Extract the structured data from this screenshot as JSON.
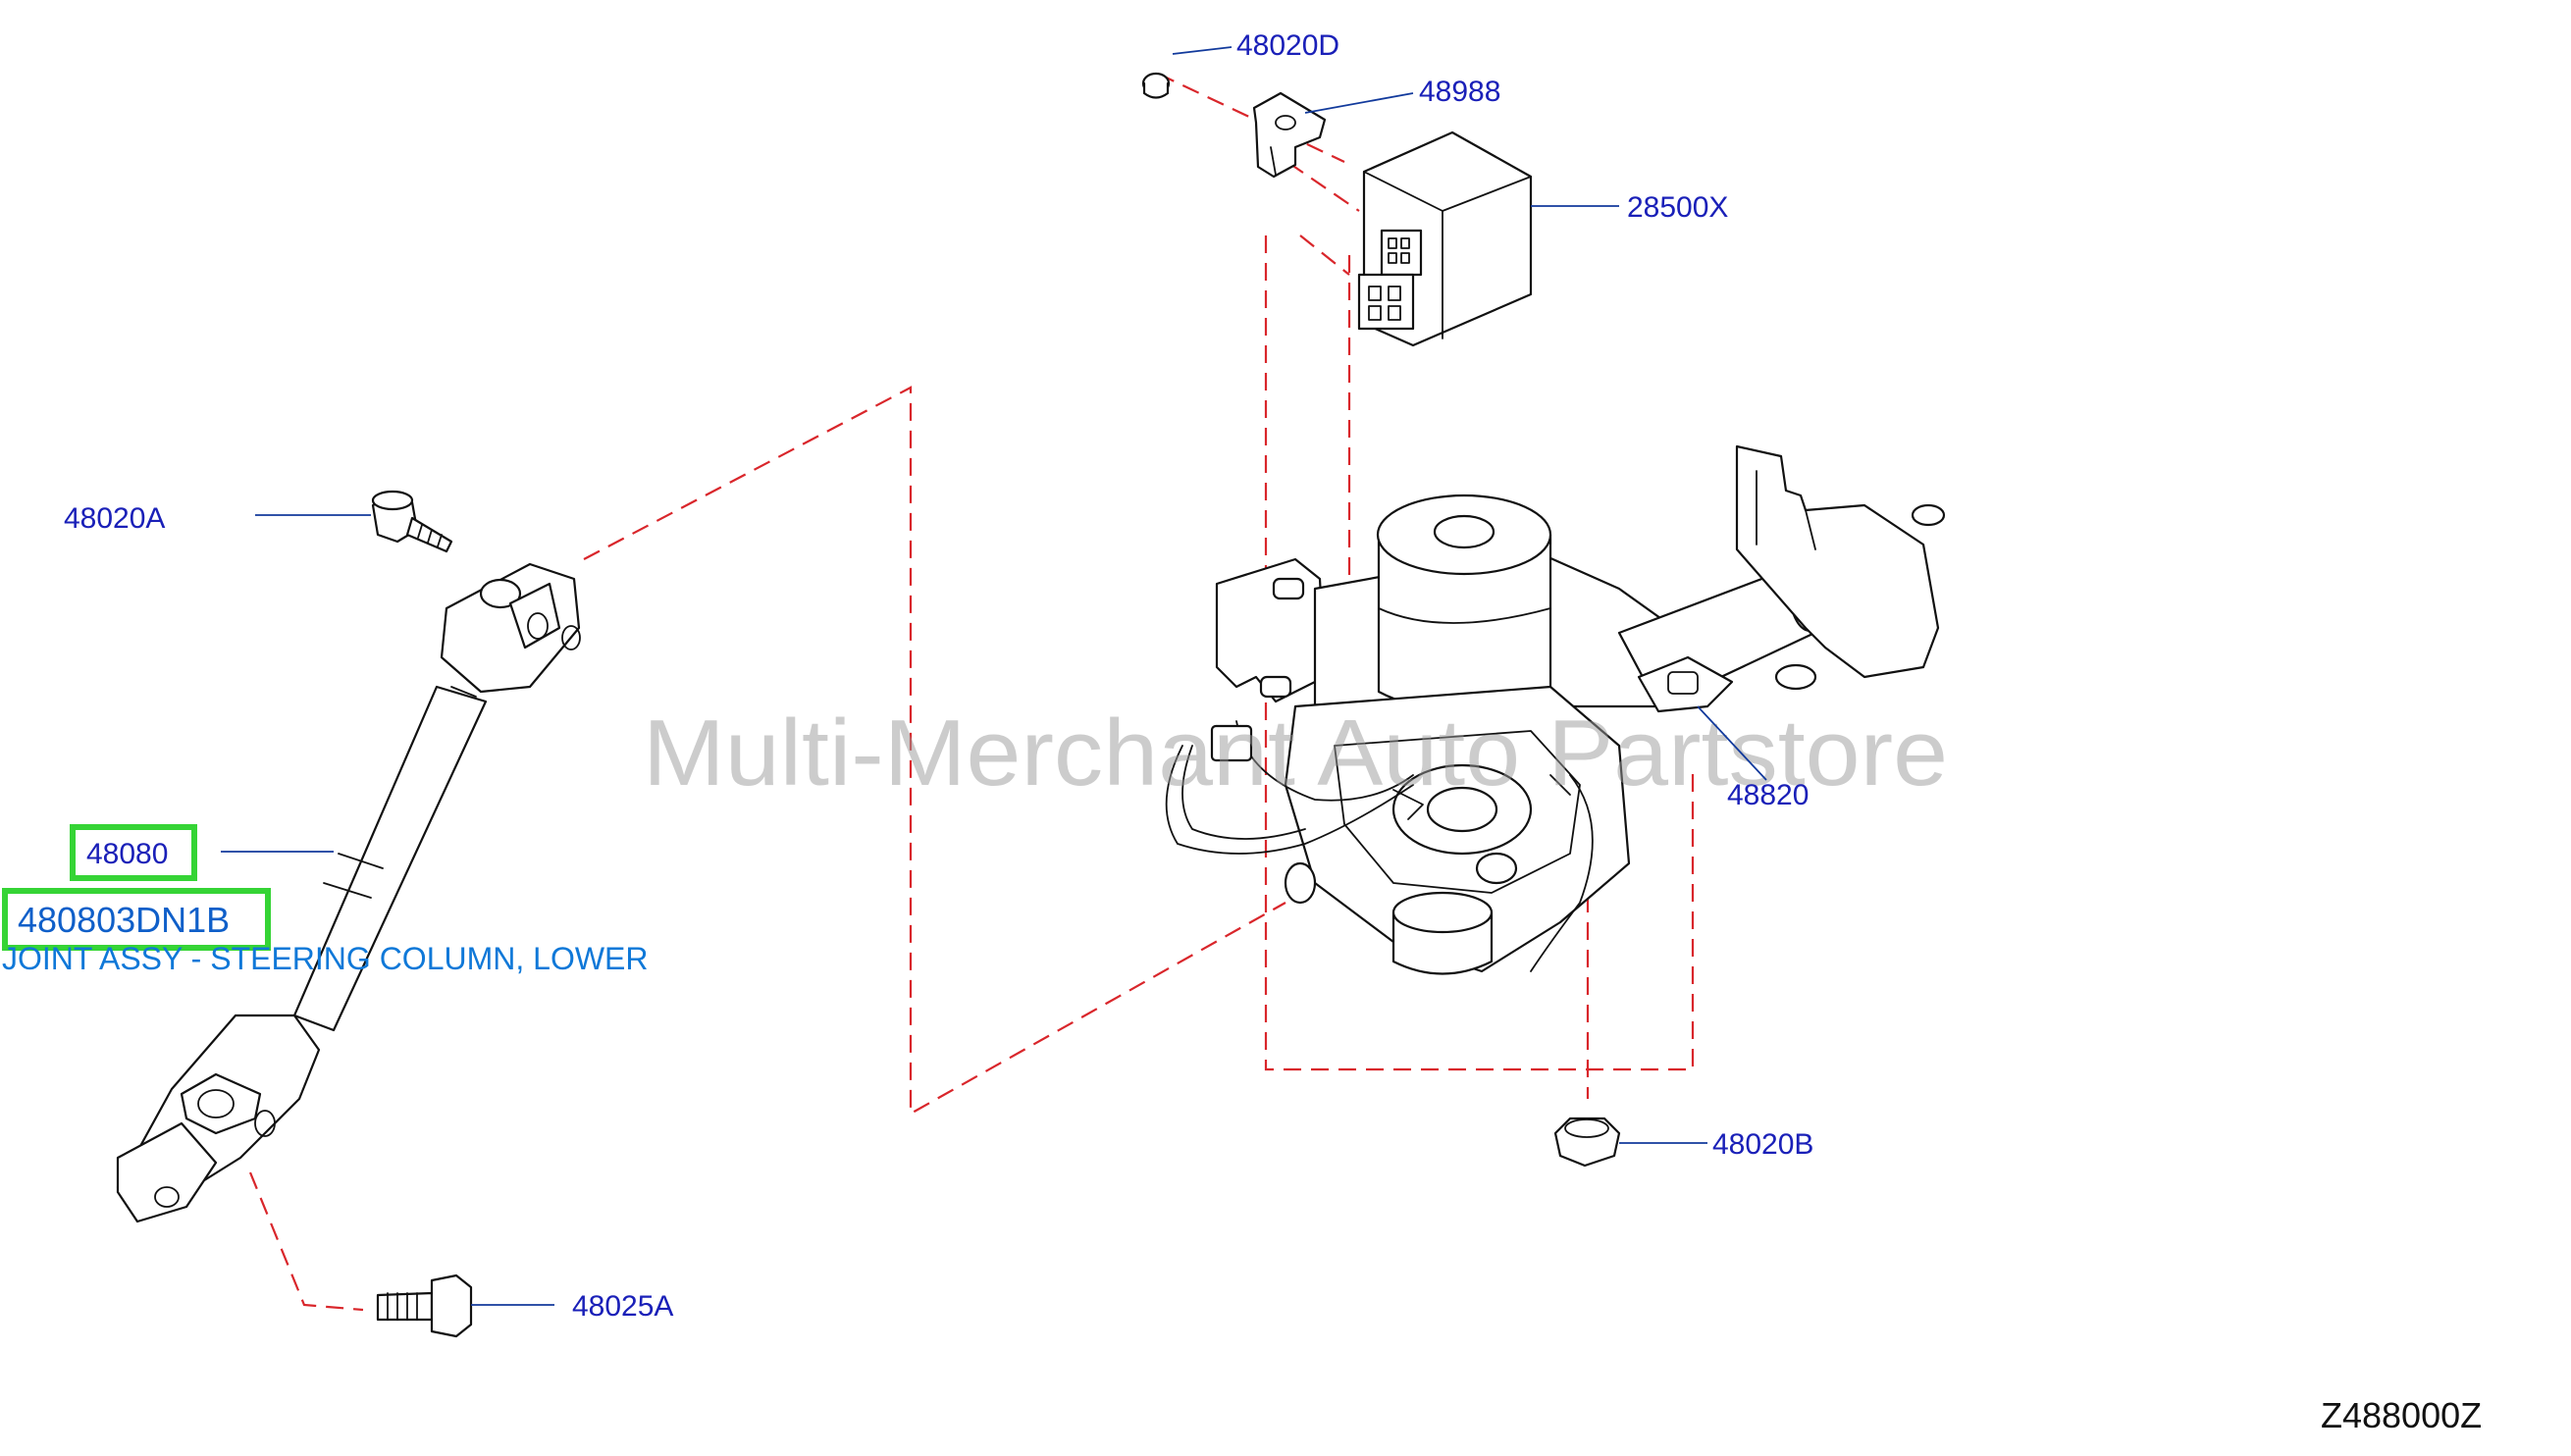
{
  "watermark": "Multi-Merchant Auto Partstore",
  "figure_code": "Z488000Z",
  "callouts": {
    "p48020D": "48020D",
    "p48988": "48988",
    "p28500X": "28500X",
    "p48020A": "48020A",
    "p48820": "48820",
    "p48080": "48080",
    "p48020B": "48020B",
    "p48025A": "48025A"
  },
  "selected_part": {
    "part_number": "480803DN1B",
    "description": "JOINT ASSY - STEERING COLUMN, LOWER"
  },
  "colors": {
    "callout_text": "#1a20b8",
    "highlight_border": "#35d435",
    "dashed_line": "#d9262b",
    "description_text": "#0f78d8"
  }
}
